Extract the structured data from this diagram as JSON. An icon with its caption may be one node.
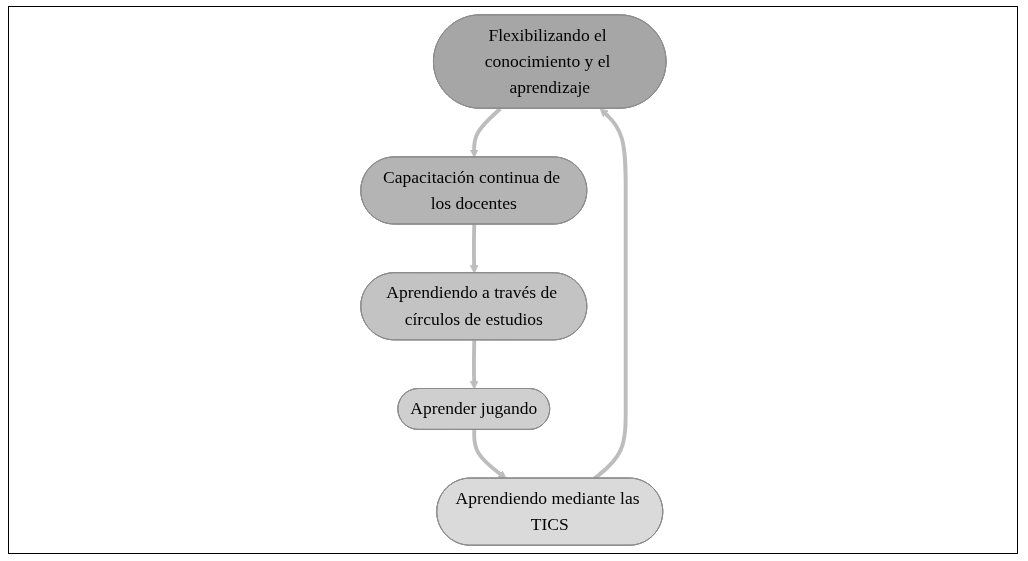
{
  "diagram": {
    "nodes": [
      {
        "text": [
          "Flexibilizando el conocimiento y el aprendizaje"
        ]
      },
      {
        "text": [
          "Capacitación continua de los docentes"
        ]
      },
      {
        "text": [
          "Aprendiendo a través de círculos de estudios"
        ]
      },
      {
        "text": [
          "Aprender jugando"
        ]
      },
      {
        "text": [
          "Aprendiendo mediante las TICS"
        ]
      }
    ],
    "edges": [
      {
        "from": 0,
        "to": 1,
        "arrow": "to"
      },
      {
        "from": 1,
        "to": 2,
        "arrow": "to"
      },
      {
        "from": 2,
        "to": 3,
        "arrow": "to"
      },
      {
        "from": 3,
        "to": 4,
        "arrow": "to"
      },
      {
        "from": 4,
        "to": 0,
        "arrow": "to"
      }
    ]
  }
}
